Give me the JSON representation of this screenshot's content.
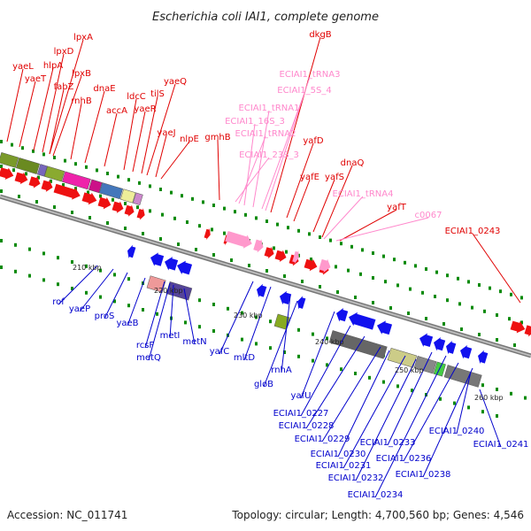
{
  "title": "Escherichia coli IAI1, complete genome",
  "footer": {
    "accession": "Accession: NC_011741",
    "summary": "Topology: circular; Length: 4,700,560 bp; Genes: 4,546"
  },
  "colors": {
    "forward_label": "#e00000",
    "rrna_label": "#ff88cc",
    "reverse_label": "#0000cc",
    "backbone": "#888888",
    "tick": "#0a8a0a"
  },
  "ticks": [
    "210 kbp",
    "220 kbp",
    "230 kbp",
    "240 kbp",
    "250 kbp",
    "260 kbp"
  ],
  "forward_labels": [
    "yaeL",
    "yaeT",
    "hlpA",
    "lpxD",
    "lpxA",
    "fabZ",
    "lpxB",
    "rnhB",
    "dnaE",
    "accA",
    "ldcC",
    "yaeR",
    "tilS",
    "yaeQ",
    "yaeJ",
    "nlpE",
    "gmhB",
    "dkgB",
    "yafD",
    "yafE",
    "yafS",
    "dnaQ",
    "yafT",
    "ECIAI1_0243"
  ],
  "rrna_labels": [
    "ECIAI1_tRNA3",
    "ECIAI1_5S_4",
    "ECIAI1_tRNA1",
    "ECIAI1_16S_3",
    "ECIAI1_tRNA2",
    "ECIAI1_23S_3",
    "ECIAI1_tRNA4",
    "c0067"
  ],
  "reverse_labels": [
    "rof",
    "yaeP",
    "proS",
    "yaeB",
    "rcsF",
    "metQ",
    "metI",
    "metN",
    "yafC",
    "mltD",
    "rnhA",
    "gloB",
    "yafU",
    "ECIAI1_0227",
    "ECIAI1_0228",
    "ECIAI1_0229",
    "ECIAI1_0230",
    "ECIAI1_0231",
    "ECIAI1_0232",
    "ECIAI1_0233",
    "ECIAI1_0234",
    "ECIAI1_0236",
    "ECIAI1_0238",
    "ECIAI1_0240",
    "ECIAI1_0241"
  ]
}
